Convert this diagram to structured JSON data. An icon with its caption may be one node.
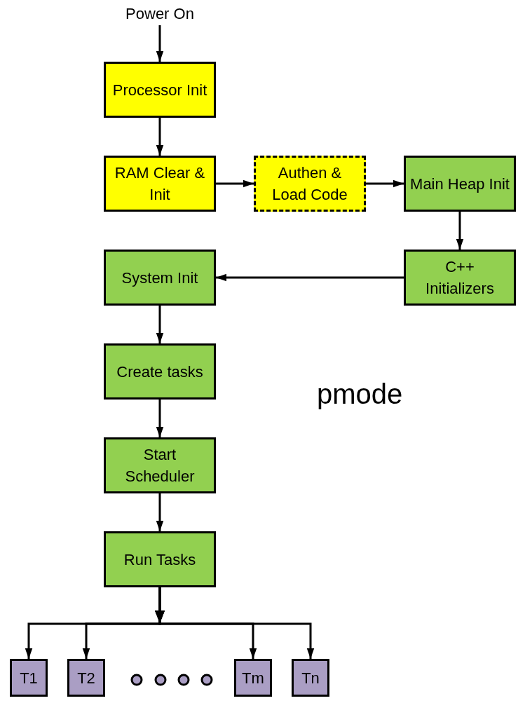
{
  "diagram": {
    "nodes": [
      {
        "text": [
          "Power On"
        ]
      },
      {
        "text": [
          "Processor Init"
        ]
      },
      {
        "text": [
          "RAM Clear & Init"
        ]
      },
      {
        "text": [
          "Authen & Load Code"
        ]
      },
      {
        "text": [
          "Main Heap Init"
        ]
      },
      {
        "text": [
          "C++ Initializers"
        ]
      },
      {
        "text": [
          "System Init"
        ]
      },
      {
        "text": [
          "Create tasks"
        ]
      },
      {
        "text": [
          "Start Scheduler"
        ]
      },
      {
        "text": [
          "Run Tasks"
        ]
      },
      {
        "text": [
          "T1"
        ]
      },
      {
        "text": [
          "T2"
        ]
      },
      {
        "text": [
          "Tm"
        ]
      },
      {
        "text": [
          "Tn"
        ]
      }
    ],
    "edges": [
      {
        "from": 0,
        "to": 1,
        "arrow": "to"
      },
      {
        "from": 1,
        "to": 2,
        "arrow": "to"
      },
      {
        "from": 2,
        "to": 3,
        "arrow": "to"
      },
      {
        "from": 3,
        "to": 4,
        "arrow": "to"
      },
      {
        "from": 4,
        "to": 5,
        "arrow": "to"
      },
      {
        "from": 5,
        "to": 6,
        "arrow": "to"
      },
      {
        "from": 6,
        "to": 7,
        "arrow": "to"
      },
      {
        "from": 7,
        "to": 8,
        "arrow": "to"
      },
      {
        "from": 8,
        "to": 9,
        "arrow": "to"
      },
      {
        "from": 9,
        "to": 10,
        "arrow": "to"
      },
      {
        "from": 9,
        "to": 11,
        "arrow": "to"
      },
      {
        "from": 9,
        "to": 12,
        "arrow": "to"
      },
      {
        "from": 9,
        "to": 13,
        "arrow": "to"
      }
    ],
    "labels": [
      "pmode"
    ]
  }
}
